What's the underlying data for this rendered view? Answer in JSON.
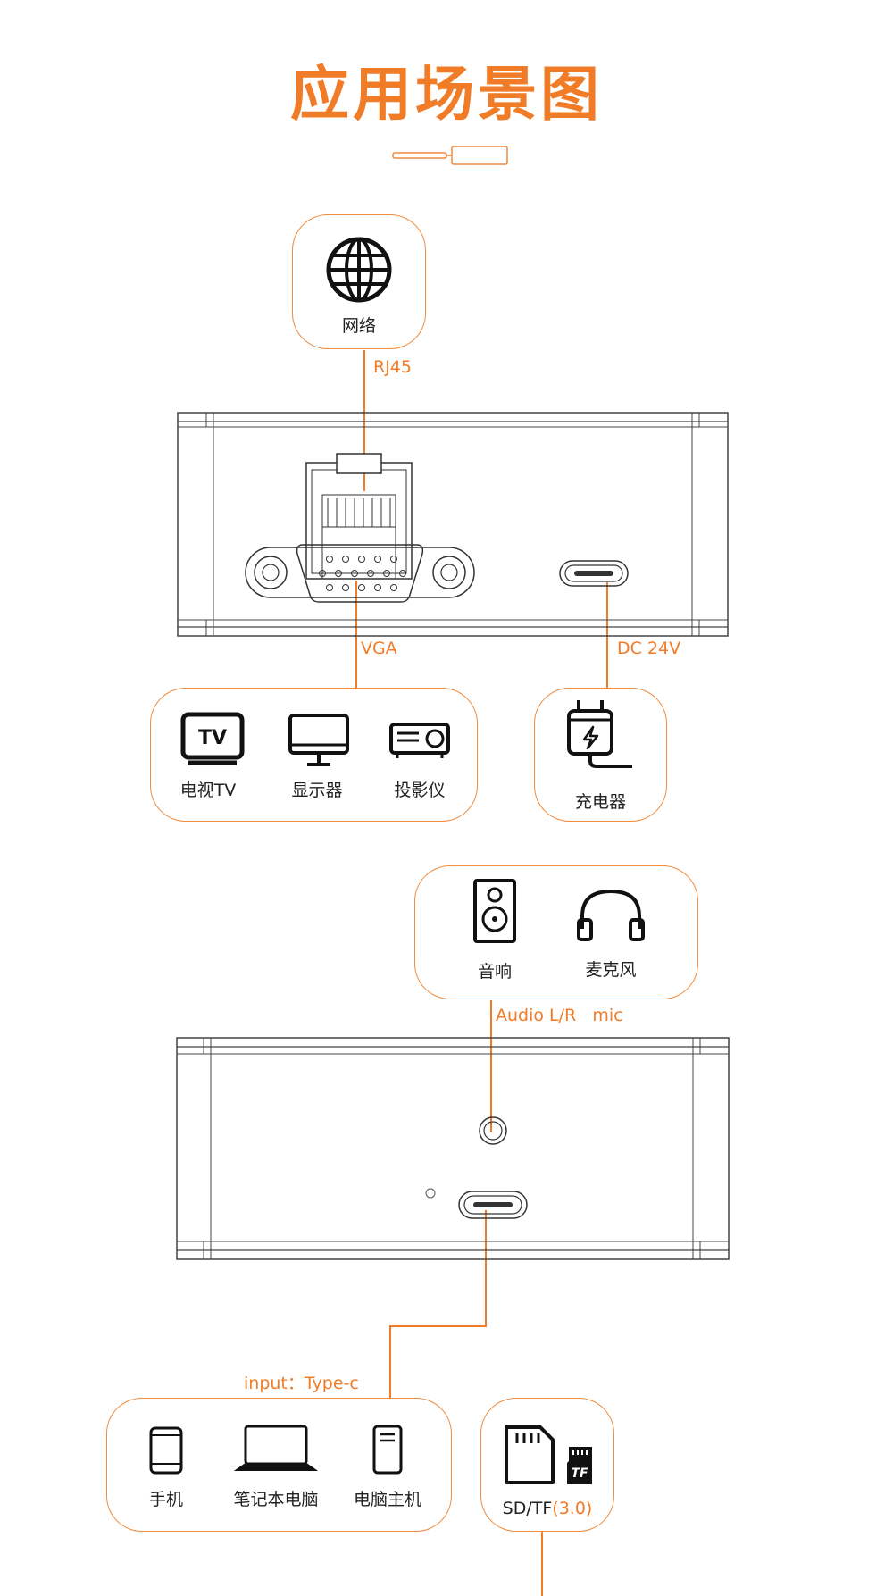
{
  "title": "应用场景图",
  "network": {
    "label": "网络",
    "port": "RJ45"
  },
  "vga": {
    "port": "VGA",
    "devices": [
      "电视TV",
      "显示器",
      "投影仪"
    ]
  },
  "power": {
    "port": "DC 24V",
    "device": "充电器"
  },
  "audio": {
    "port": "Audio L/R   mic",
    "devices": [
      "音响",
      "麦克风"
    ]
  },
  "typec": {
    "port": "input：Type-c",
    "devices": [
      "手机",
      "笔记本电脑",
      "电脑主机"
    ]
  },
  "card": {
    "label": "SD/TF",
    "suffix": "(3.0)"
  },
  "colors": {
    "accent": "#f07c28",
    "line": "#333333"
  }
}
